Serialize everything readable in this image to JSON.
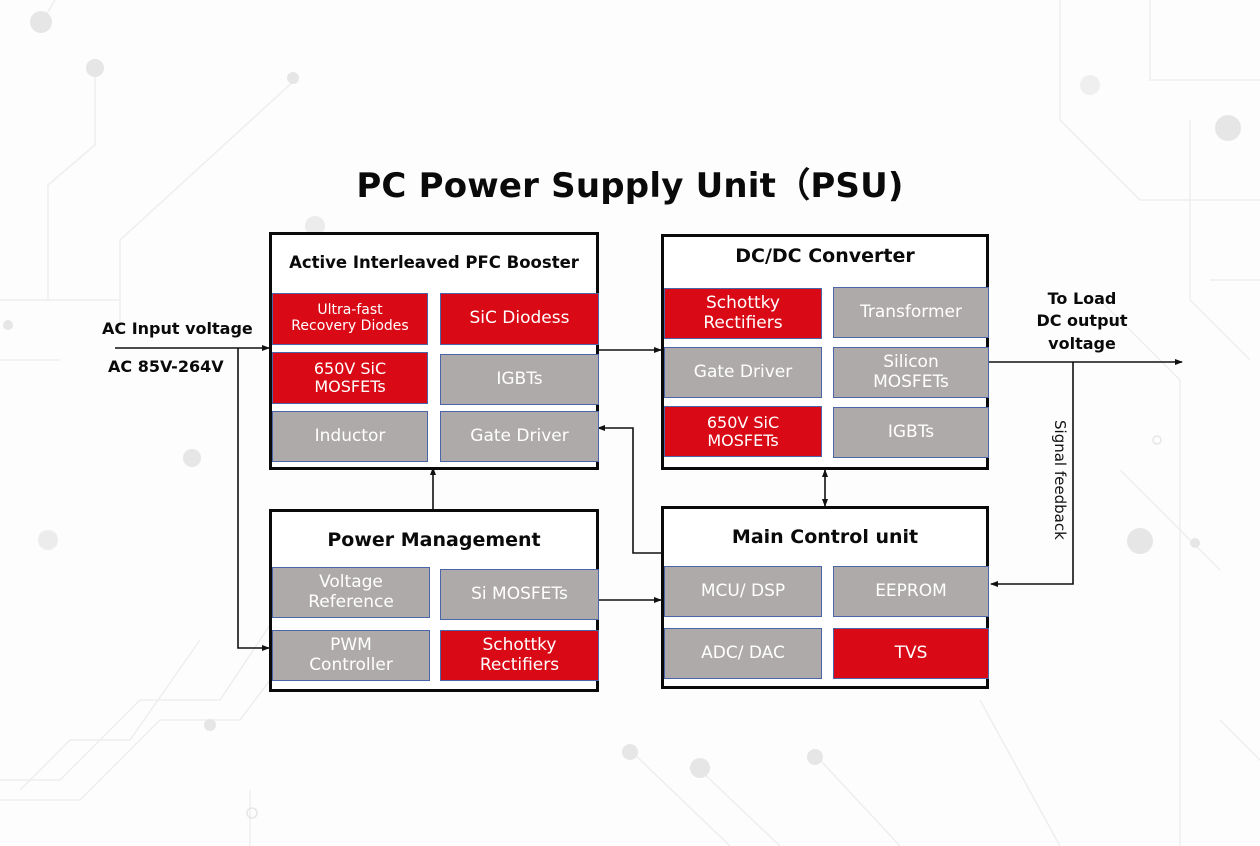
{
  "title": "PC Power Supply Unit（PSU)",
  "inputs": {
    "ac_input_label": "AC Input voltage",
    "ac_range_label": "AC 85V-264V"
  },
  "output": {
    "label": "To Load\nDC output\nvoltage",
    "feedback_label": "Signal feedback"
  },
  "colors": {
    "highlight": "#d90a16",
    "standard": "#aeaaa9",
    "border": "#0a0a0a"
  },
  "blocks": {
    "pfc": {
      "title": "Active Interleaved PFC Booster",
      "cells": [
        {
          "label": "Ultra-fast\nRecovery Diodes",
          "kind": "red"
        },
        {
          "label": "SiC  Diodess",
          "kind": "red"
        },
        {
          "label": "650V SiC\nMOSFETs",
          "kind": "red"
        },
        {
          "label": "IGBTs",
          "kind": "gray"
        },
        {
          "label": "Inductor",
          "kind": "gray"
        },
        {
          "label": "Gate Driver",
          "kind": "gray"
        }
      ]
    },
    "dcdc": {
      "title": "DC/DC Converter",
      "cells": [
        {
          "label": "Schottky\nRectifiers",
          "kind": "red"
        },
        {
          "label": "Transformer",
          "kind": "gray"
        },
        {
          "label": "Gate Driver",
          "kind": "gray"
        },
        {
          "label": "Silicon\nMOSFETs",
          "kind": "gray"
        },
        {
          "label": "650V SiC\nMOSFETs",
          "kind": "red"
        },
        {
          "label": "IGBTs",
          "kind": "gray"
        }
      ]
    },
    "power": {
      "title": "Power Management",
      "cells": [
        {
          "label": "Voltage\nReference",
          "kind": "gray"
        },
        {
          "label": "Si MOSFETs",
          "kind": "gray"
        },
        {
          "label": "PWM\nController",
          "kind": "gray"
        },
        {
          "label": "Schottky\nRectifiers",
          "kind": "red"
        }
      ]
    },
    "mcu": {
      "title": "Main Control unit",
      "cells": [
        {
          "label": "MCU/ DSP",
          "kind": "gray"
        },
        {
          "label": "EEPROM",
          "kind": "gray"
        },
        {
          "label": "ADC/ DAC",
          "kind": "gray"
        },
        {
          "label": "TVS",
          "kind": "red"
        }
      ]
    }
  }
}
